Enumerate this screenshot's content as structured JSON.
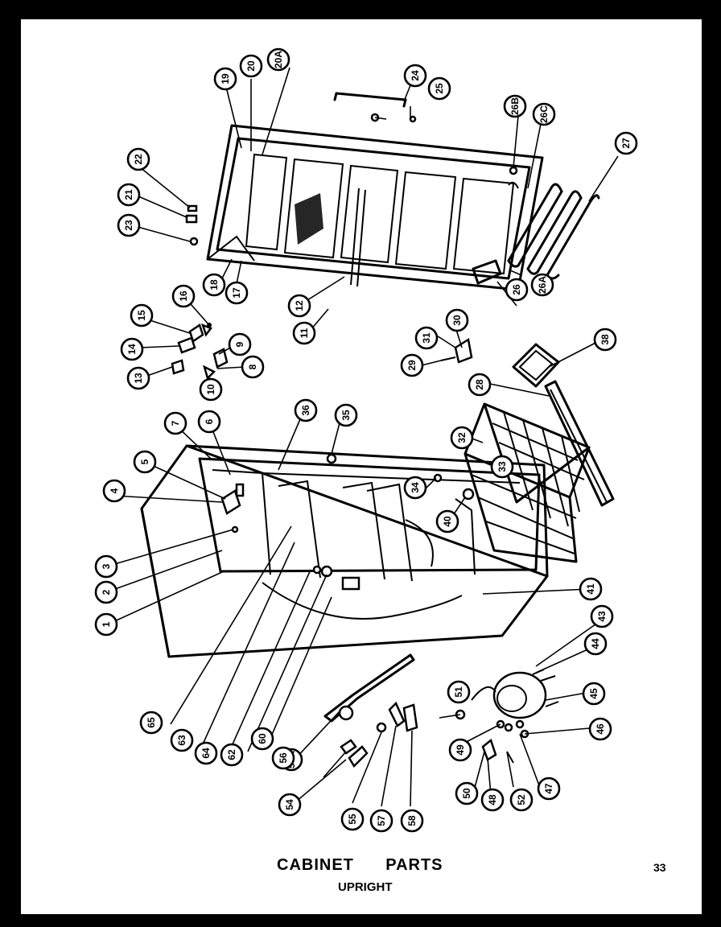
{
  "title": "CABINET      PARTS",
  "subtitle": "UPRIGHT",
  "page_number": "33",
  "callouts": [
    "1",
    "2",
    "3",
    "4",
    "5",
    "6",
    "7",
    "8",
    "9",
    "10",
    "11",
    "12",
    "13",
    "14",
    "15",
    "16",
    "17",
    "18",
    "19",
    "20",
    "20A",
    "21",
    "22",
    "23",
    "24",
    "25",
    "26",
    "26A",
    "26B",
    "26C",
    "27",
    "28",
    "29",
    "30",
    "31",
    "32",
    "33",
    "34",
    "35",
    "36",
    "38",
    "40",
    "41",
    "43",
    "44",
    "45",
    "46",
    "47",
    "48",
    "49",
    "50",
    "51",
    "52",
    "54",
    "54A",
    "55",
    "56",
    "57",
    "58",
    "60",
    "62",
    "63",
    "64",
    "65"
  ]
}
